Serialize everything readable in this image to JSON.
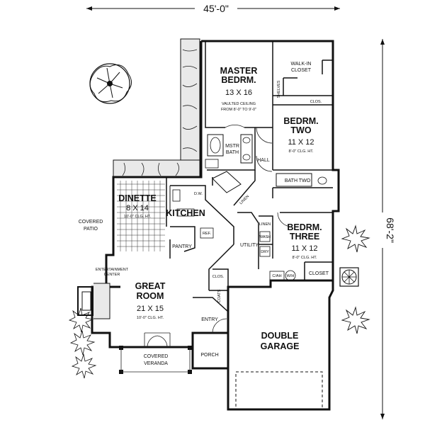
{
  "dimensions": {
    "width": "45'-0\"",
    "depth": "68'-2\""
  },
  "rooms": {
    "master": {
      "name1": "MASTER",
      "name2": "BEDRM.",
      "size": "13 X 16",
      "note1": "VAULTED CEILING",
      "note2": "FROM 8'-0\" TO 9'-0\""
    },
    "walkin": {
      "name1": "WALK-IN",
      "name2": "CLOSET"
    },
    "bedtwo": {
      "name1": "BEDRM.",
      "name2": "TWO",
      "size": "11 X 12",
      "note": "8'-0\" CLG. HT."
    },
    "bedthree": {
      "name1": "BEDRM.",
      "name2": "THREE",
      "size": "11 X 12",
      "note": "8'-0\" CLG. HT."
    },
    "dinette": {
      "name": "DINETTE",
      "size": "8 X 14",
      "note": "10'-0\" CLG. HT."
    },
    "kitchen": {
      "name": "KITCHEN"
    },
    "great": {
      "name1": "GREAT",
      "name2": "ROOM",
      "size": "21 X 15",
      "note": "10'-0\" CLG. HT."
    },
    "garage": {
      "name1": "DOUBLE",
      "name2": "GARAGE"
    },
    "patio": {
      "name1": "COVERED",
      "name2": "PATIO"
    },
    "veranda": {
      "name1": "COVERED",
      "name2": "VERANDA"
    }
  },
  "labels": {
    "clos_top": "CLOS.",
    "mstr_bath1": "MSTR",
    "mstr_bath2": "BATH",
    "hall": "HALL",
    "bath_two": "BATH TWO",
    "linen_top": "LINEN",
    "linen_mid": "LINEN",
    "wash": "WASH",
    "dry": "DRY",
    "utility": "UTILITY",
    "pantry": "PANTRY",
    "dw": "D.W.",
    "ref": "REF.",
    "entertainment": "ENTERTAINMENT",
    "entertainment2": "CENTER",
    "clos_hall": "CLOS.",
    "coats": "COATS",
    "entry": "ENTRY",
    "porch": "PORCH",
    "closet": "CLOSET",
    "cah": "C/AH",
    "wh": "W/H",
    "shelves": "SHELVES"
  }
}
